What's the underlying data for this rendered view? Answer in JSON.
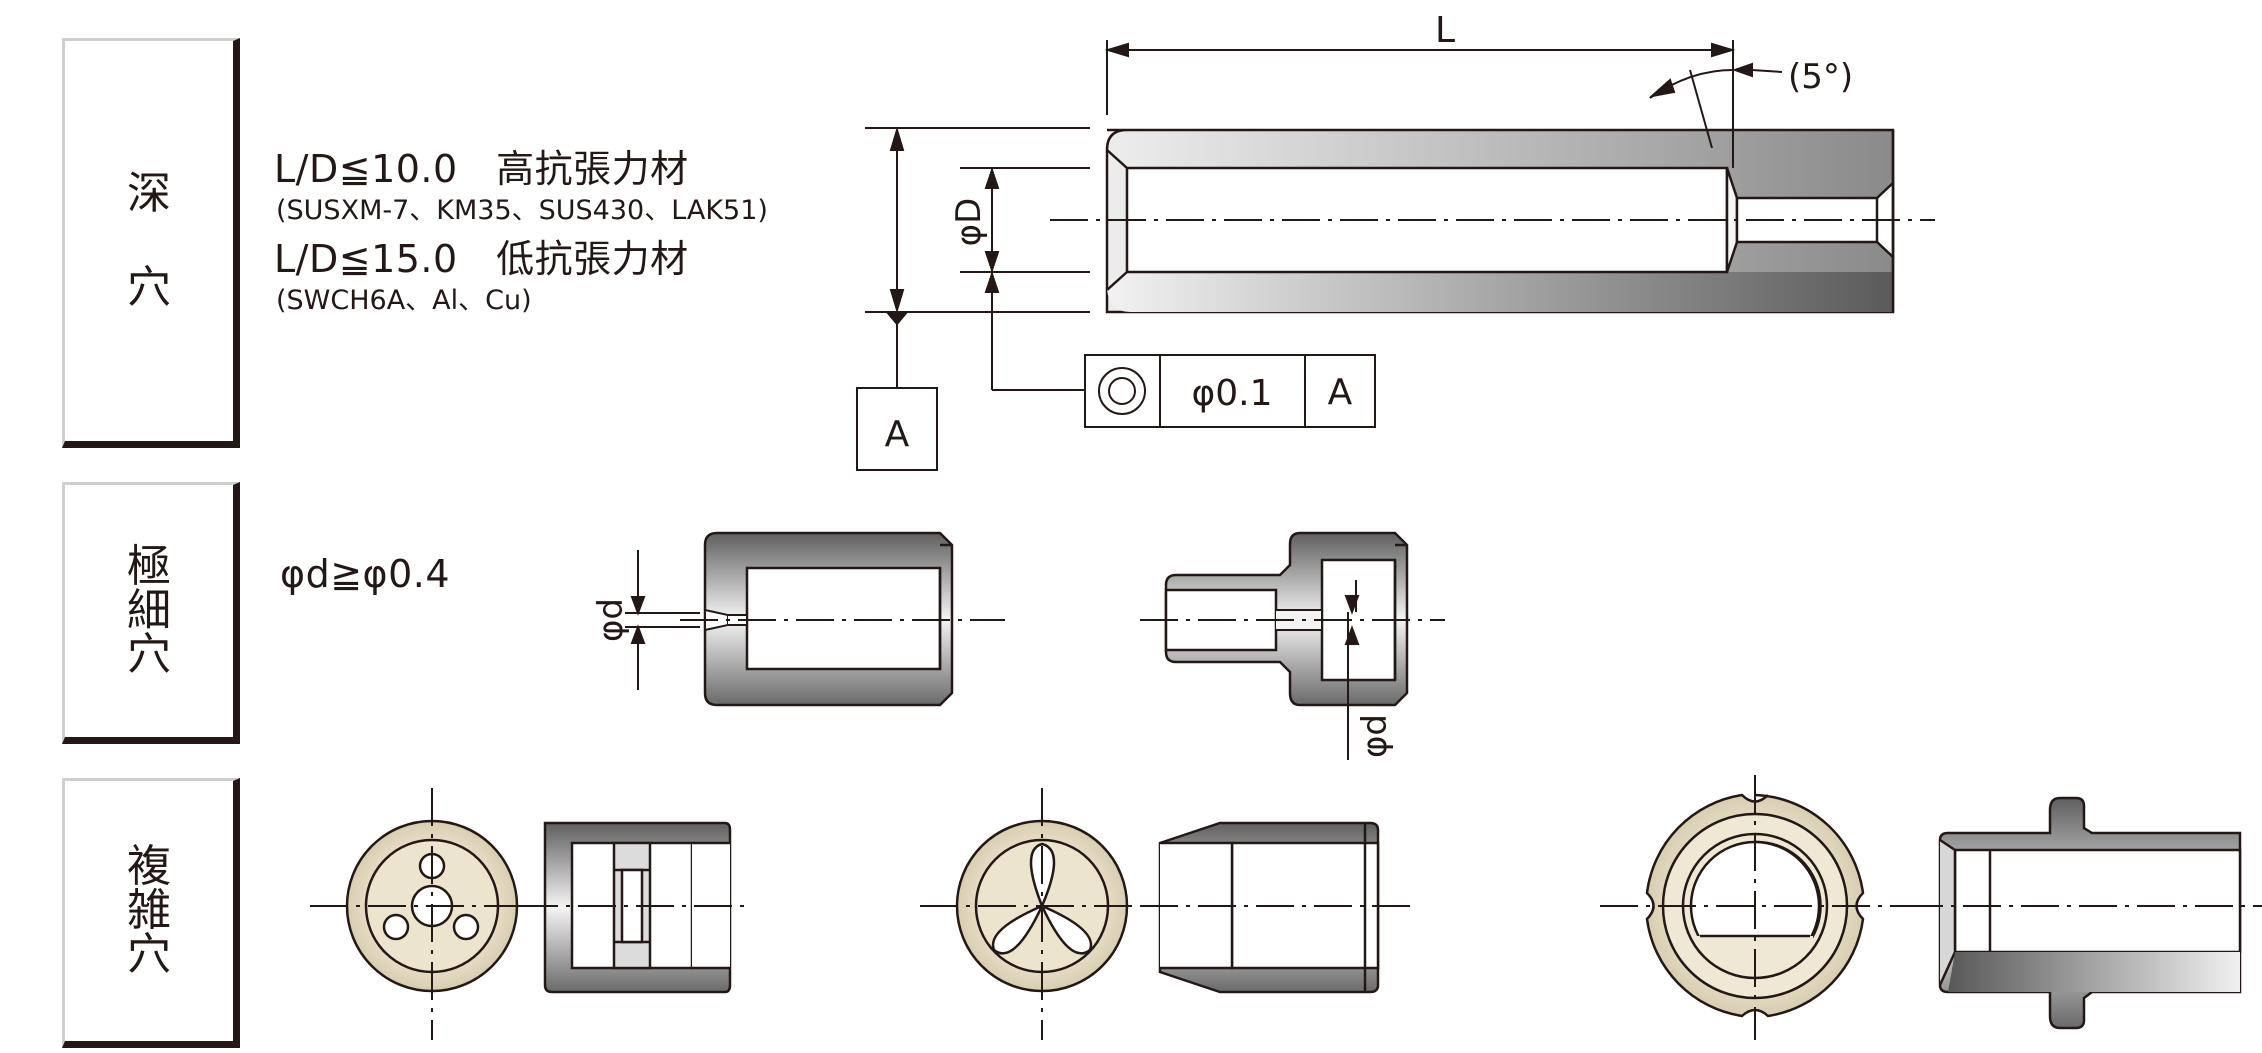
{
  "rows": [
    {
      "tab": [
        "深",
        "穴"
      ],
      "specs": [
        {
          "text": "L/D≦10.0　高抗張力材",
          "size": "big"
        },
        {
          "text": "(SUSXM-7、KM35、SUS430、LAK51)",
          "size": "small"
        },
        {
          "text": "L/D≦15.0　低抗張力材",
          "size": "big"
        },
        {
          "text": "(SWCH6A、Al、Cu)",
          "size": "small"
        }
      ]
    },
    {
      "tab": [
        "極",
        "細",
        "穴"
      ],
      "specs": [
        {
          "text": "φd≧φ0.4",
          "size": "big"
        }
      ]
    },
    {
      "tab": [
        "複",
        "雑",
        "穴"
      ],
      "specs": []
    }
  ],
  "diagram": {
    "dim_L": "L",
    "angle": "(5°)",
    "dim_D": "φD",
    "datum": "A",
    "tolerance": "φ0.1",
    "tolerance_datum": "A",
    "dim_d": "φd"
  },
  "colors": {
    "ink": "#231815",
    "steel_dark": "#6b6b6b",
    "steel_light": "#f2f2f2",
    "face": "#e8e1cc"
  }
}
